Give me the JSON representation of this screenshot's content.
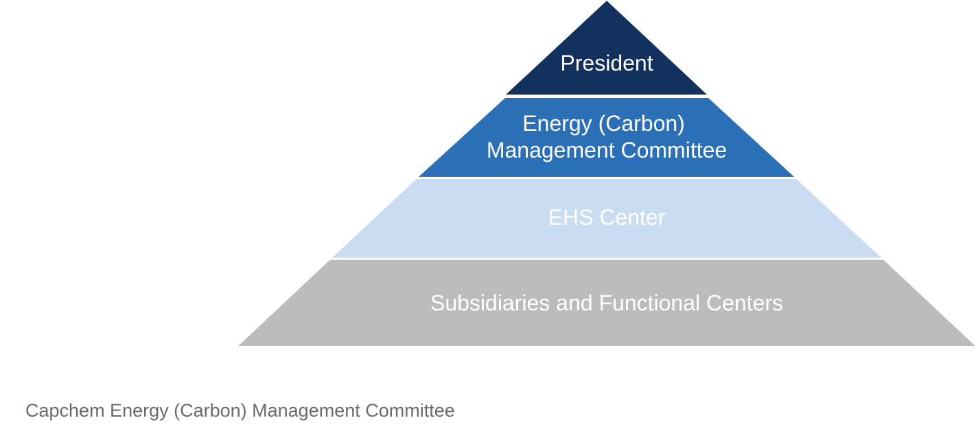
{
  "pyramid": {
    "levels": [
      {
        "lines": [
          "President"
        ],
        "color": "#13315f"
      },
      {
        "lines": [
          "Energy (Carbon)",
          "Management Committee"
        ],
        "color": "#2b70b7"
      },
      {
        "lines": [
          "EHS Center"
        ],
        "color": "#cadcf1"
      },
      {
        "lines": [
          "Subsidiaries and Functional Centers"
        ],
        "color": "#bbbcbb"
      }
    ]
  },
  "caption": "Capchem Energy (Carbon) Management Committee"
}
